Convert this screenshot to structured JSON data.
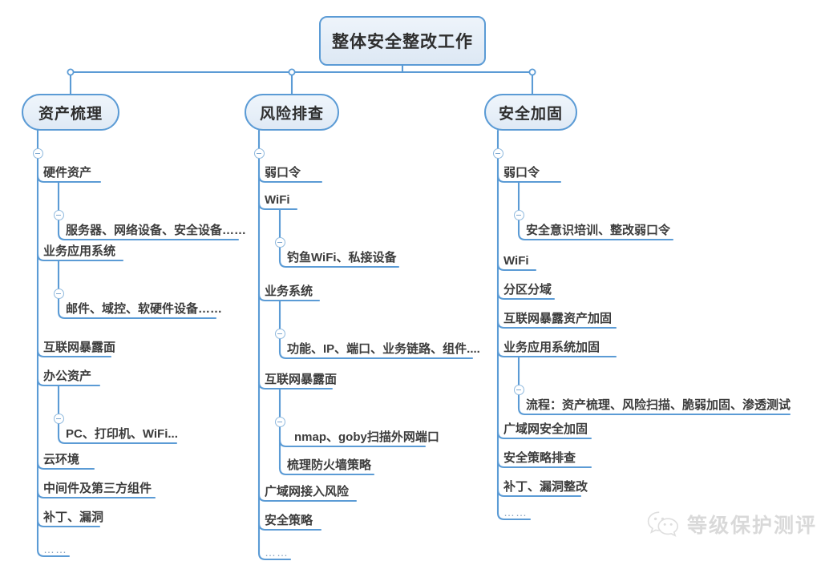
{
  "diagram": {
    "title": "整体安全整改工作",
    "type": "mindmap",
    "root": {
      "label": "整体安全整改工作"
    },
    "branches": [
      {
        "label": "资产梳理",
        "children": [
          {
            "label": "硬件资产",
            "children": [
              {
                "label": "服务器、网络设备、安全设备……"
              }
            ]
          },
          {
            "label": "业务应用系统",
            "children": [
              {
                "label": "邮件、域控、软硬件设备……"
              }
            ]
          },
          {
            "label": "互联网暴露面",
            "children": []
          },
          {
            "label": "办公资产",
            "children": [
              {
                "label": "PC、打印机、WiFi..."
              }
            ]
          },
          {
            "label": "云环境",
            "children": []
          },
          {
            "label": "中间件及第三方组件",
            "children": []
          },
          {
            "label": "补丁、漏洞",
            "children": []
          },
          {
            "label": "……",
            "children": []
          }
        ]
      },
      {
        "label": "风险排查",
        "children": [
          {
            "label": "弱口令",
            "children": []
          },
          {
            "label": "WiFi",
            "children": [
              {
                "label": "钓鱼WiFi、私接设备"
              }
            ]
          },
          {
            "label": "业务系统",
            "children": [
              {
                "label": "功能、IP、端口、业务链路、组件...."
              }
            ]
          },
          {
            "label": "互联网暴露面",
            "children": [
              {
                "label": "nmap、goby扫描外网端口"
              },
              {
                "label": "梳理防火墙策略"
              }
            ]
          },
          {
            "label": "广域网接入风险",
            "children": []
          },
          {
            "label": "安全策略",
            "children": []
          },
          {
            "label": "……",
            "children": []
          }
        ]
      },
      {
        "label": "安全加固",
        "children": [
          {
            "label": "弱口令",
            "children": [
              {
                "label": "安全意识培训、整改弱口令"
              }
            ]
          },
          {
            "label": "WiFi",
            "children": []
          },
          {
            "label": "分区分域",
            "children": []
          },
          {
            "label": "互联网暴露资产加固",
            "children": []
          },
          {
            "label": "业务应用系统加固",
            "children": [
              {
                "label": "流程：资产梳理、风险扫描、脆弱加固、渗透测试"
              }
            ]
          },
          {
            "label": "广域网安全加固",
            "children": []
          },
          {
            "label": "安全策略排查",
            "children": []
          },
          {
            "label": "补丁、漏洞整改",
            "children": []
          },
          {
            "label": "……",
            "children": []
          }
        ]
      }
    ]
  },
  "watermark": {
    "icon": "wechat-icon",
    "text": "等级保护测评"
  },
  "colors": {
    "line": "#5B9BD5",
    "node_border": "#5B9BD5",
    "node_fill": "#e7f0f9",
    "text": "#3c3c3c",
    "watermark": "#d6d6d6"
  }
}
